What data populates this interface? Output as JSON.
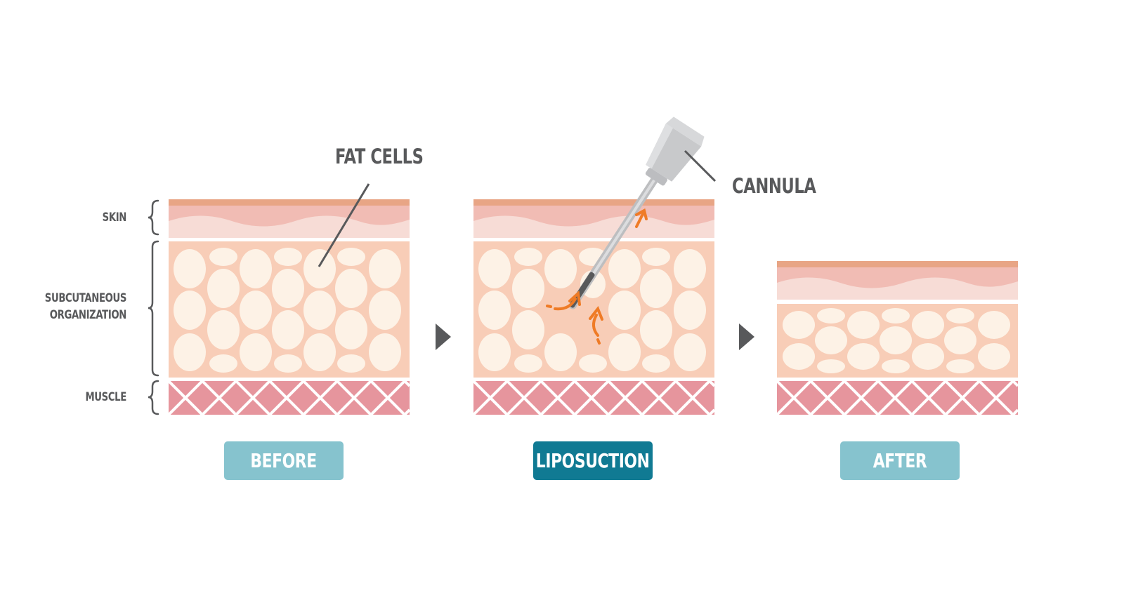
{
  "side_labels": {
    "skin": "SKIN",
    "subcutaneous_line1": "SUBCUTANEOUS",
    "subcutaneous_line2": "ORGANIZATION",
    "muscle": "MUSCLE"
  },
  "callouts": {
    "fat_cells": "FAT CELLS",
    "cannula": "CANNULA"
  },
  "stages": {
    "before": "BEFORE",
    "liposuction": "LIPOSUCTION",
    "after": "AFTER"
  },
  "colors": {
    "label_text": "#58595b",
    "skin_top": "#e8a585",
    "skin_outer": "#f1bcb4",
    "skin_inner": "#f7dcd6",
    "fat_bg": "#f8cdb7",
    "fat_cell": "#fdf2e6",
    "muscle": "#e6959d",
    "button_inactive": "#86c3ce",
    "button_active": "#107a93",
    "arrow": "#58595b",
    "suction_arrow": "#ef7b26"
  }
}
